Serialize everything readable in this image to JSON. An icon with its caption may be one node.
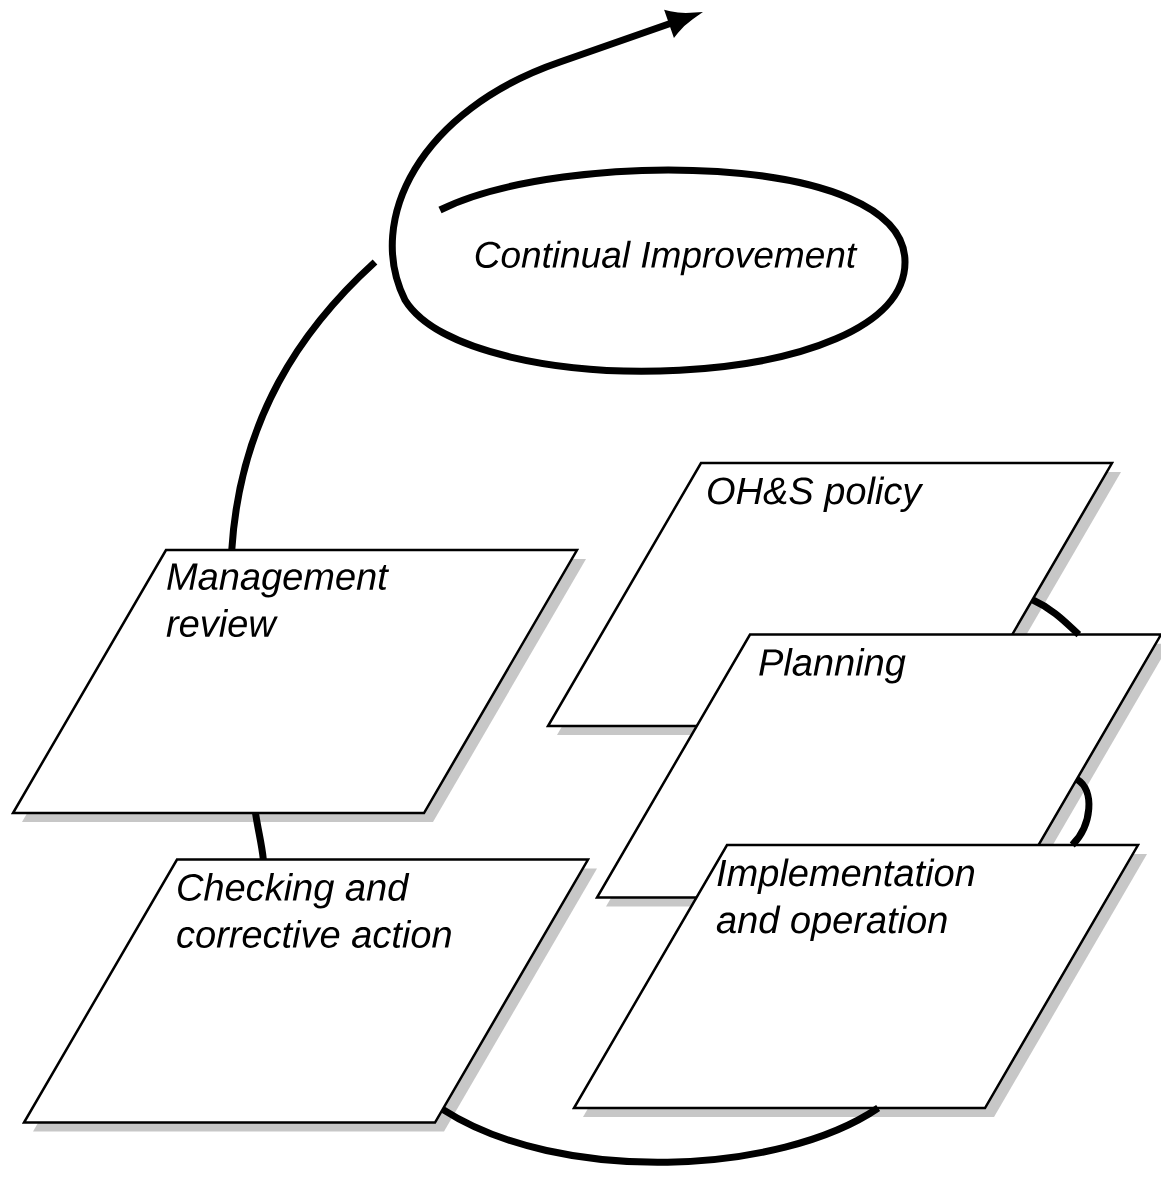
{
  "diagram": {
    "nodes": [
      {
        "text": [
          "OH&S policy"
        ]
      },
      {
        "text": [
          "Planning"
        ]
      },
      {
        "text": [
          "Implementation and operation"
        ]
      },
      {
        "text": [
          "Checking and corrective action"
        ]
      },
      {
        "text": [
          "Management review"
        ]
      }
    ],
    "edges": [
      {
        "from": 0,
        "to": 1,
        "arrow": "none"
      },
      {
        "from": 1,
        "to": 2,
        "arrow": "none"
      },
      {
        "from": 2,
        "to": 3,
        "arrow": "none"
      },
      {
        "from": 3,
        "to": 4,
        "arrow": "none"
      },
      {
        "from": 4,
        "to": null,
        "arrow": "to"
      }
    ],
    "labels": [
      "Continual Improvement"
    ]
  }
}
